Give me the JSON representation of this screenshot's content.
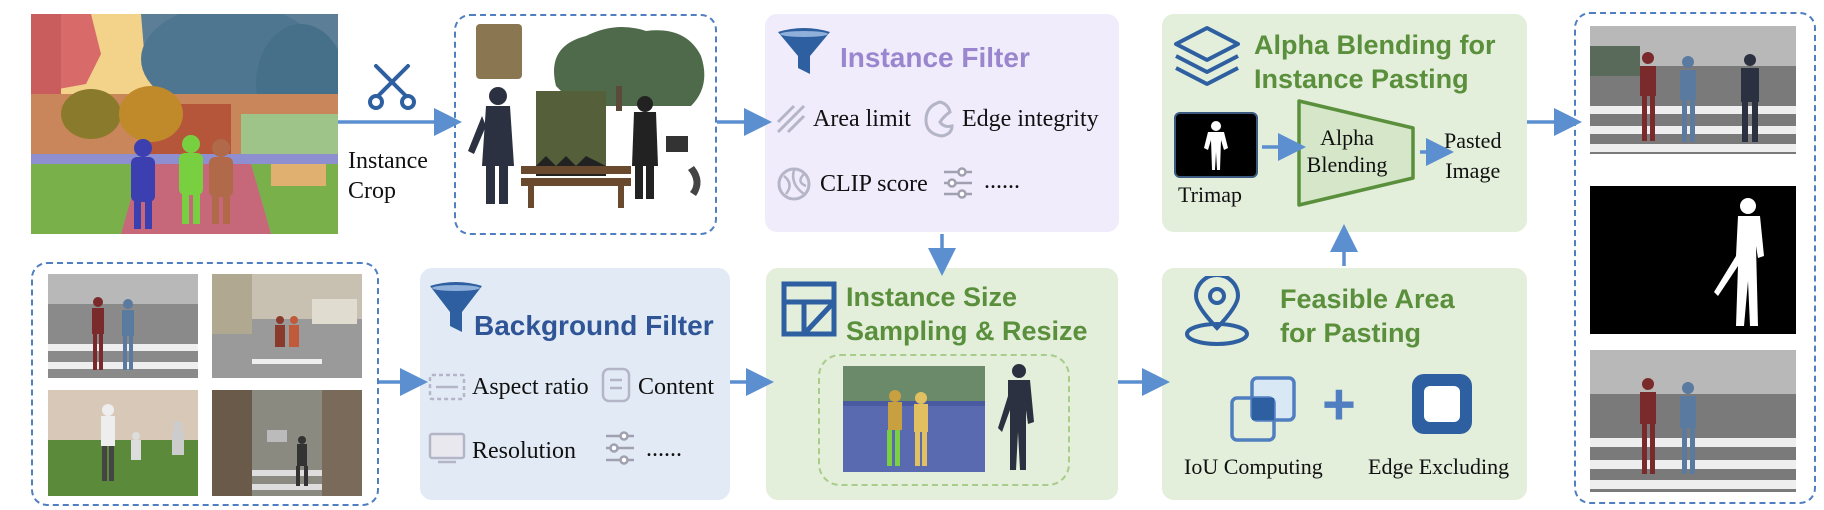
{
  "colors": {
    "arrow": "#5b8fd0",
    "dashed_border": "#4f7fc0",
    "instance_filter_bg": "#f0ecfb",
    "instance_filter_title": "#9a86cf",
    "background_filter_bg": "#e2ebf5",
    "background_filter_title": "#2f5596",
    "green_panel_bg": "#e3eedb",
    "green_title": "#5a8f3c",
    "green_stroke": "#5a8f3c",
    "blue_icon": "#2e5fa0"
  },
  "crop": {
    "label_line1": "Instance",
    "label_line2": "Crop",
    "icon": "scissors-icon"
  },
  "instance_filter": {
    "title": "Instance Filter",
    "items": [
      "Area limit",
      "Edge integrity",
      "CLIP score",
      "......"
    ],
    "icons": [
      "funnel-icon",
      "area-icon",
      "edge-icon",
      "clip-icon",
      "sliders-icon"
    ]
  },
  "background_filter": {
    "title": "Background Filter",
    "items": [
      "Aspect ratio",
      "Content",
      "Resolution",
      "......"
    ],
    "icons": [
      "funnel-icon",
      "aspect-icon",
      "content-icon",
      "resolution-icon",
      "sliders-icon"
    ]
  },
  "size_sampling": {
    "title_line1": "Instance Size",
    "title_line2": "Sampling & Resize",
    "icon": "layout-icon"
  },
  "feasible_area": {
    "title_line1": "Feasible Area",
    "title_line2": "for Pasting",
    "iou_label": "IoU Computing",
    "edge_label": "Edge Excluding",
    "plus": "+",
    "icon": "location-pin-icon"
  },
  "alpha_blending": {
    "title_line1": "Alpha Blending for",
    "title_line2": "Instance Pasting",
    "trimap_label": "Trimap",
    "block_line1": "Alpha",
    "block_line2": "Blending",
    "output_line1": "Pasted",
    "output_line2": "Image",
    "icon": "layers-icon"
  }
}
